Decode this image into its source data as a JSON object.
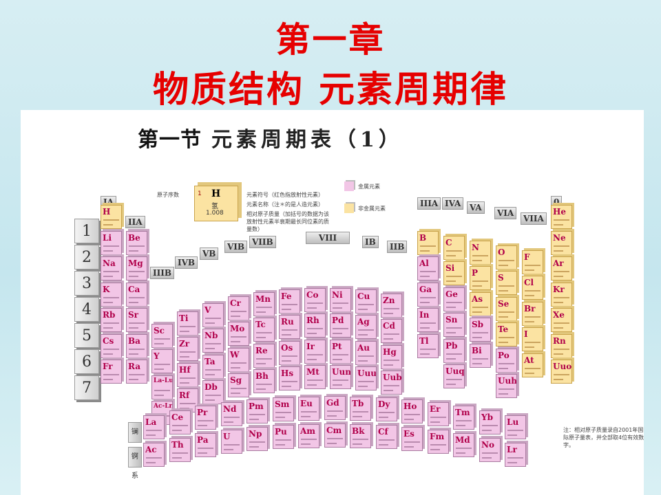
{
  "slide": {
    "chapter": "第一章",
    "title": "物质结构  元素周期律",
    "section": "第一节",
    "section_name": "元素周期表（1）"
  },
  "legend": {
    "atomic_number_label": "原子序数",
    "symbol_label": "元素符号（红色指放射性元素）",
    "name_label": "元素名称（注＊的是人造元素）",
    "mass_label": "相对原子质量（加括号的数据为该放射性元素半衰期最长同位素的质量数）",
    "example_symbol": "H",
    "example_name": "氢",
    "example_number": "1",
    "example_mass": "1.008",
    "metal": "金属元素",
    "nonmetal": "非金属元素",
    "metal_color": "#f2c6e6",
    "nonmetal_color": "#fbe3a2"
  },
  "periods": [
    "1",
    "2",
    "3",
    "4",
    "5",
    "6",
    "7"
  ],
  "groups": {
    "IA": "IA",
    "IIA": "IIA",
    "IIIB": "IIIB",
    "IVB": "IVB",
    "VB": "VB",
    "VIB": "VIB",
    "VIIB": "VIIB",
    "VIII": "VIII",
    "IB": "IB",
    "IIB": "IIB",
    "IIIA": "IIIA",
    "IVA": "IVA",
    "VA": "VA",
    "VIA": "VIA",
    "VIIA": "VIIA",
    "zero": "0"
  },
  "series": {
    "lanthanide": "镧系",
    "actinide": "锕系"
  },
  "footnote": "注：相对原子质量录自2001年国际原子量表，并全部取4位有效数字。",
  "main_table": [
    [
      "H",
      "",
      "",
      "",
      "",
      "",
      "",
      "",
      "",
      "",
      "",
      "",
      "",
      "",
      "",
      "",
      "",
      "He"
    ],
    [
      "Li",
      "Be",
      "",
      "",
      "",
      "",
      "",
      "",
      "",
      "",
      "",
      "",
      "B",
      "C",
      "N",
      "O",
      "F",
      "Ne"
    ],
    [
      "Na",
      "Mg",
      "",
      "",
      "",
      "",
      "",
      "",
      "",
      "",
      "",
      "",
      "Al",
      "Si",
      "P",
      "S",
      "Cl",
      "Ar"
    ],
    [
      "K",
      "Ca",
      "Sc",
      "Ti",
      "V",
      "Cr",
      "Mn",
      "Fe",
      "Co",
      "Ni",
      "Cu",
      "Zn",
      "Ga",
      "Ge",
      "As",
      "Se",
      "Br",
      "Kr"
    ],
    [
      "Rb",
      "Sr",
      "Y",
      "Zr",
      "Nb",
      "Mo",
      "Tc",
      "Ru",
      "Rh",
      "Pd",
      "Ag",
      "Cd",
      "In",
      "Sn",
      "Sb",
      "Te",
      "I",
      "Xe"
    ],
    [
      "Cs",
      "Ba",
      "La-Lu",
      "Hf",
      "Ta",
      "W",
      "Re",
      "Os",
      "Ir",
      "Pt",
      "Au",
      "Hg",
      "Tl",
      "Pb",
      "Bi",
      "Po",
      "At",
      "Rn"
    ],
    [
      "Fr",
      "Ra",
      "Ac-Lr",
      "Rf",
      "Db",
      "Sg",
      "Bh",
      "Hs",
      "Mt",
      "Uun",
      "Uuu",
      "Uub",
      "",
      "Uuq",
      "",
      "Uuh",
      "",
      "Uuo"
    ]
  ],
  "lanthanides": [
    "La",
    "Ce",
    "Pr",
    "Nd",
    "Pm",
    "Sm",
    "Eu",
    "Gd",
    "Tb",
    "Dy",
    "Ho",
    "Er",
    "Tm",
    "Yb",
    "Lu"
  ],
  "actinides": [
    "Ac",
    "Th",
    "Pa",
    "U",
    "Np",
    "Pu",
    "Am",
    "Cm",
    "Bk",
    "Cf",
    "Es",
    "Fm",
    "Md",
    "No",
    "Lr"
  ],
  "nonmetals": [
    "H",
    "He",
    "B",
    "C",
    "N",
    "O",
    "F",
    "Ne",
    "Si",
    "P",
    "S",
    "Cl",
    "Ar",
    "As",
    "Se",
    "Br",
    "Kr",
    "Te",
    "I",
    "Xe",
    "At",
    "Rn",
    "Uuo"
  ]
}
